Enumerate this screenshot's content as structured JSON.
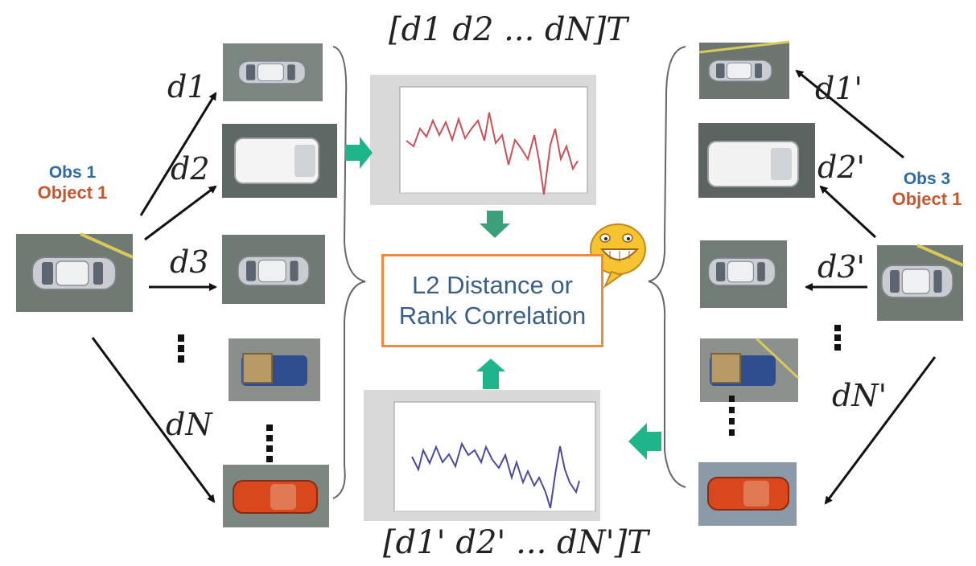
{
  "left": {
    "obs": "Obs 1",
    "object": "Object 1",
    "distances": [
      "d1",
      "d2",
      "d3",
      "dN"
    ]
  },
  "right": {
    "obs": "Obs 3",
    "object": "Object 1",
    "distances": [
      "d1'",
      "d2'",
      "d3'",
      "dN'"
    ]
  },
  "top_vector": "[d1  d2  ...  dN]T",
  "bottom_vector": "[d1'  d2'  ...  dN']T",
  "result": {
    "line1": "L2 Distance or",
    "line2": "Rank Correlation"
  },
  "colors": {
    "obs_blue": "#2f6aa3",
    "object_orange": "#c4572f",
    "top_curve": "#c8505a",
    "bottom_curve": "#4a4a9a",
    "box_border": "#f08a3c",
    "arrow_teal": "#1fb58a"
  }
}
